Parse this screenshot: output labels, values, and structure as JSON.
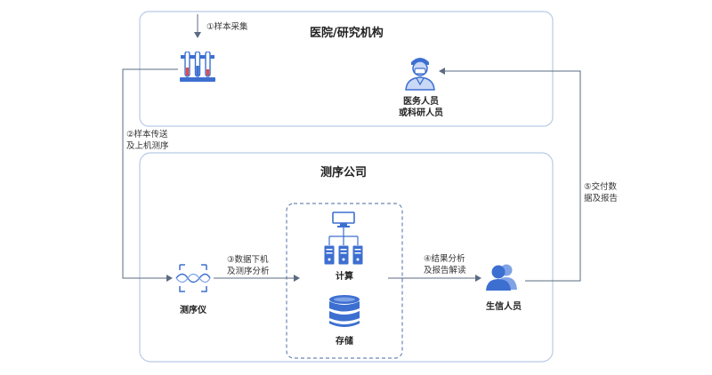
{
  "hospital": {
    "title": "医院/研究机构",
    "step1": "①样本采集",
    "staff_line1": "医务人员",
    "staff_line2": "或科研人员"
  },
  "transfer": {
    "step2_line1": "②样本传送",
    "step2_line2": "及上机测序"
  },
  "company": {
    "title": "测序公司",
    "sequencer": "测序仪",
    "step3_line1": "③数据下机",
    "step3_line2": "及测序分析",
    "compute": "计算",
    "storage": "存储",
    "step4_line1": "④结果分析",
    "step4_line2": "及报告解读",
    "bioinfo": "生信人员"
  },
  "delivery": {
    "step5_line1": "⑤交付数",
    "step5_line2": "据及报告"
  },
  "colors": {
    "border": "#b9cbe6",
    "arrow": "#5b6b82",
    "icon_blue": "#3d6fd1",
    "icon_light": "#c8d8f5"
  }
}
